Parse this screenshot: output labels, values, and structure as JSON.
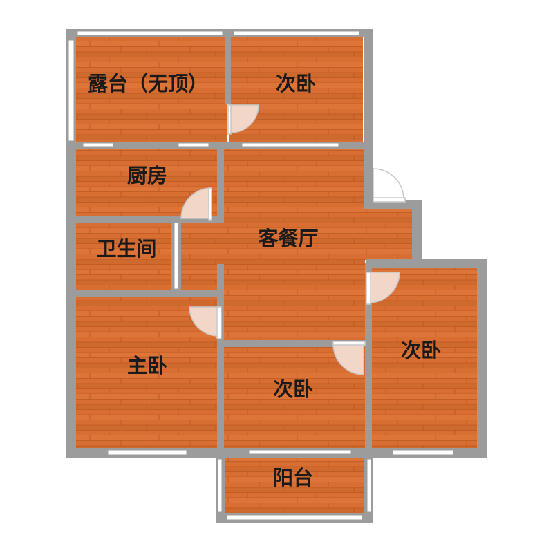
{
  "colors": {
    "floor": "#d96e33",
    "floor_light": "#e8834a",
    "floor_dark": "#c75f28",
    "wall": "#9c9c9c",
    "window": "#ffffff",
    "door_arc": "#f2d6c8"
  },
  "rooms": {
    "terrace": "露台（无顶）",
    "bedroom_top": "次卧",
    "kitchen": "厨房",
    "living_dining": "客餐厅",
    "bathroom": "卫生间",
    "bedroom_right": "次卧",
    "master_bedroom": "主卧",
    "bedroom_middle": "次卧",
    "balcony": "阳台"
  }
}
